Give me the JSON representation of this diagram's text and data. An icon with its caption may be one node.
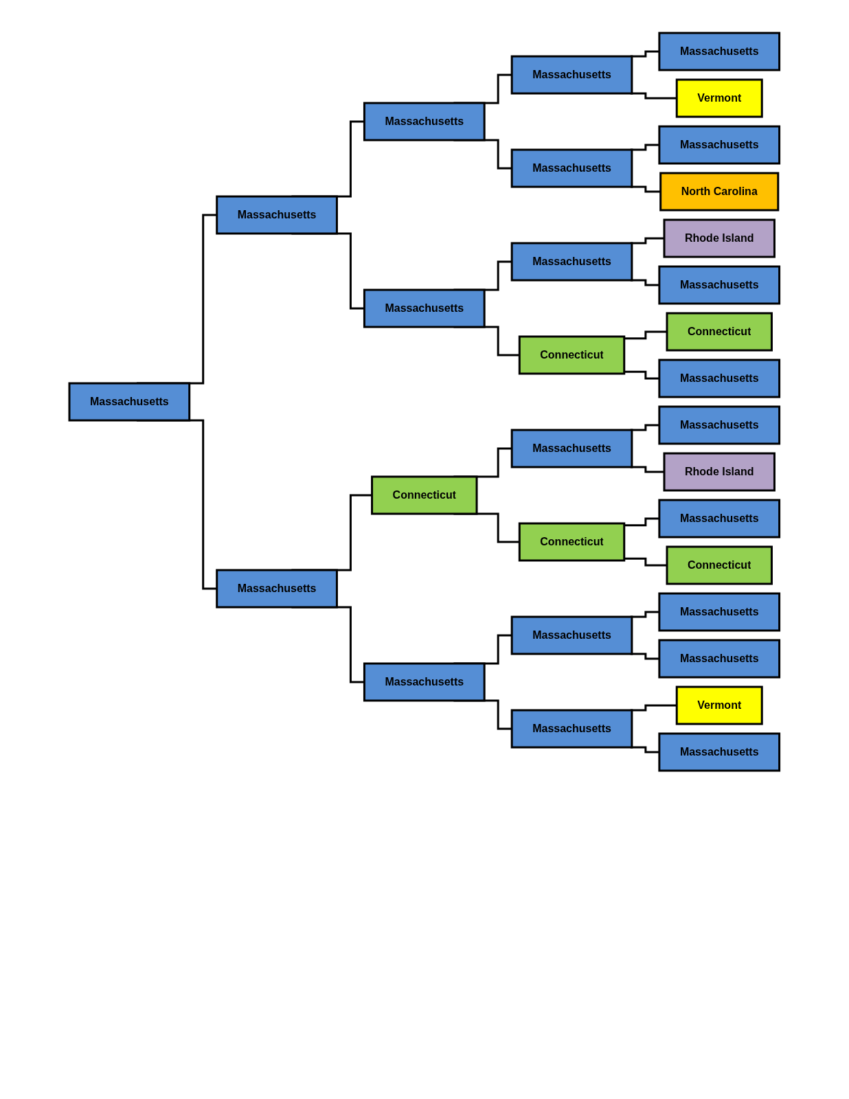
{
  "diagram": {
    "nodes": [
      {
        "text": [
          "Massachusetts"
        ]
      },
      {
        "text": [
          "Massachusetts"
        ]
      },
      {
        "text": [
          "Massachusetts"
        ]
      },
      {
        "text": [
          "Massachusetts"
        ]
      },
      {
        "text": [
          "Massachusetts"
        ]
      },
      {
        "text": [
          "Connecticut"
        ]
      },
      {
        "text": [
          "Massachusetts"
        ]
      },
      {
        "text": [
          "Massachusetts"
        ]
      },
      {
        "text": [
          "Massachusetts"
        ]
      },
      {
        "text": [
          "Massachusetts"
        ]
      },
      {
        "text": [
          "Connecticut"
        ]
      },
      {
        "text": [
          "Massachusetts"
        ]
      },
      {
        "text": [
          "Connecticut"
        ]
      },
      {
        "text": [
          "Massachusetts"
        ]
      },
      {
        "text": [
          "Massachusetts"
        ]
      },
      {
        "text": [
          "Massachusetts"
        ]
      },
      {
        "text": [
          "Vermont"
        ]
      },
      {
        "text": [
          "Massachusetts"
        ]
      },
      {
        "text": [
          "North Carolina"
        ]
      },
      {
        "text": [
          "Rhode Island"
        ]
      },
      {
        "text": [
          "Massachusetts"
        ]
      },
      {
        "text": [
          "Connecticut"
        ]
      },
      {
        "text": [
          "Massachusetts"
        ]
      },
      {
        "text": [
          "Massachusetts"
        ]
      },
      {
        "text": [
          "Rhode Island"
        ]
      },
      {
        "text": [
          "Massachusetts"
        ]
      },
      {
        "text": [
          "Connecticut"
        ]
      },
      {
        "text": [
          "Massachusetts"
        ]
      },
      {
        "text": [
          "Massachusetts"
        ]
      },
      {
        "text": [
          "Vermont"
        ]
      },
      {
        "text": [
          "Massachusetts"
        ]
      }
    ],
    "edges": [
      {
        "from": 0,
        "to": 1,
        "arrow": "none"
      },
      {
        "from": 0,
        "to": 2,
        "arrow": "none"
      },
      {
        "from": 1,
        "to": 3,
        "arrow": "none"
      },
      {
        "from": 1,
        "to": 4,
        "arrow": "none"
      },
      {
        "from": 2,
        "to": 5,
        "arrow": "none"
      },
      {
        "from": 2,
        "to": 6,
        "arrow": "none"
      },
      {
        "from": 3,
        "to": 7,
        "arrow": "none"
      },
      {
        "from": 3,
        "to": 8,
        "arrow": "none"
      },
      {
        "from": 4,
        "to": 9,
        "arrow": "none"
      },
      {
        "from": 4,
        "to": 10,
        "arrow": "none"
      },
      {
        "from": 5,
        "to": 11,
        "arrow": "none"
      },
      {
        "from": 5,
        "to": 12,
        "arrow": "none"
      },
      {
        "from": 6,
        "to": 13,
        "arrow": "none"
      },
      {
        "from": 6,
        "to": 14,
        "arrow": "none"
      },
      {
        "from": 7,
        "to": 15,
        "arrow": "none"
      },
      {
        "from": 7,
        "to": 16,
        "arrow": "none"
      },
      {
        "from": 8,
        "to": 17,
        "arrow": "none"
      },
      {
        "from": 8,
        "to": 18,
        "arrow": "none"
      },
      {
        "from": 9,
        "to": 19,
        "arrow": "none"
      },
      {
        "from": 9,
        "to": 20,
        "arrow": "none"
      },
      {
        "from": 10,
        "to": 21,
        "arrow": "none"
      },
      {
        "from": 10,
        "to": 22,
        "arrow": "none"
      },
      {
        "from": 11,
        "to": 23,
        "arrow": "none"
      },
      {
        "from": 11,
        "to": 24,
        "arrow": "none"
      },
      {
        "from": 12,
        "to": 25,
        "arrow": "none"
      },
      {
        "from": 12,
        "to": 26,
        "arrow": "none"
      },
      {
        "from": 13,
        "to": 27,
        "arrow": "none"
      },
      {
        "from": 13,
        "to": 28,
        "arrow": "none"
      },
      {
        "from": 14,
        "to": 29,
        "arrow": "none"
      },
      {
        "from": 14,
        "to": 30,
        "arrow": "none"
      }
    ]
  }
}
